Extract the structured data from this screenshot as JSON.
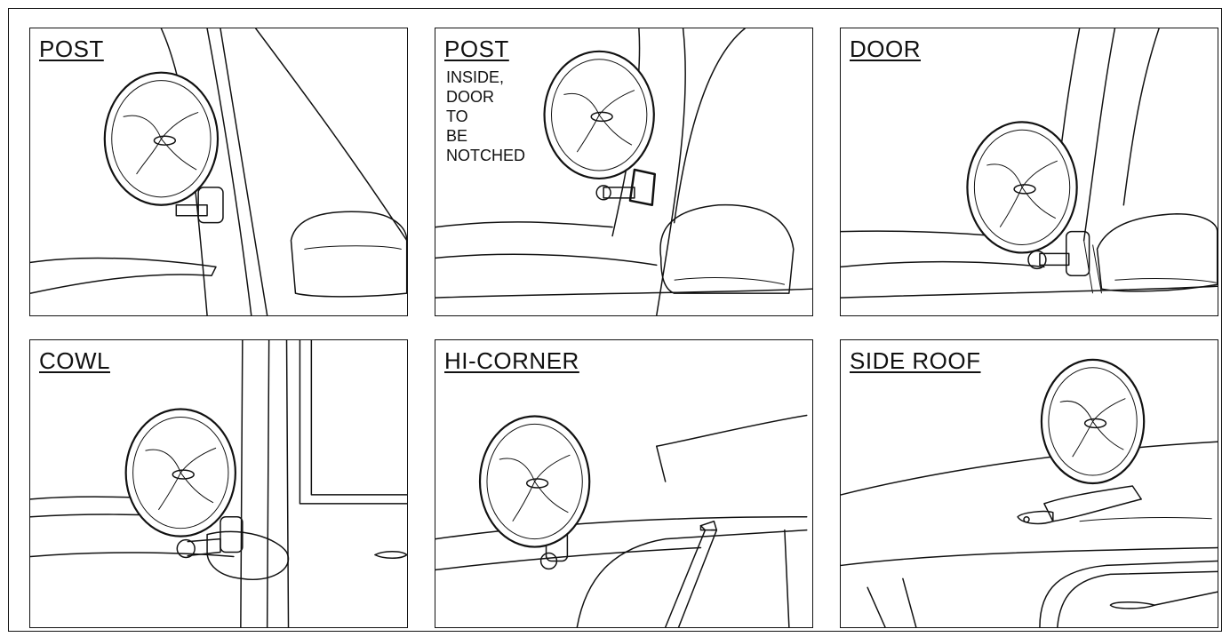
{
  "panels": [
    {
      "label": "POST",
      "note": []
    },
    {
      "label": "POST",
      "note": [
        "INSIDE,",
        "DOOR",
        "TO",
        "BE",
        "NOTCHED"
      ]
    },
    {
      "label": "DOOR",
      "note": []
    },
    {
      "label": "COWL",
      "note": []
    },
    {
      "label": "HI-CORNER",
      "note": []
    },
    {
      "label": "SIDE ROOF",
      "note": []
    }
  ]
}
